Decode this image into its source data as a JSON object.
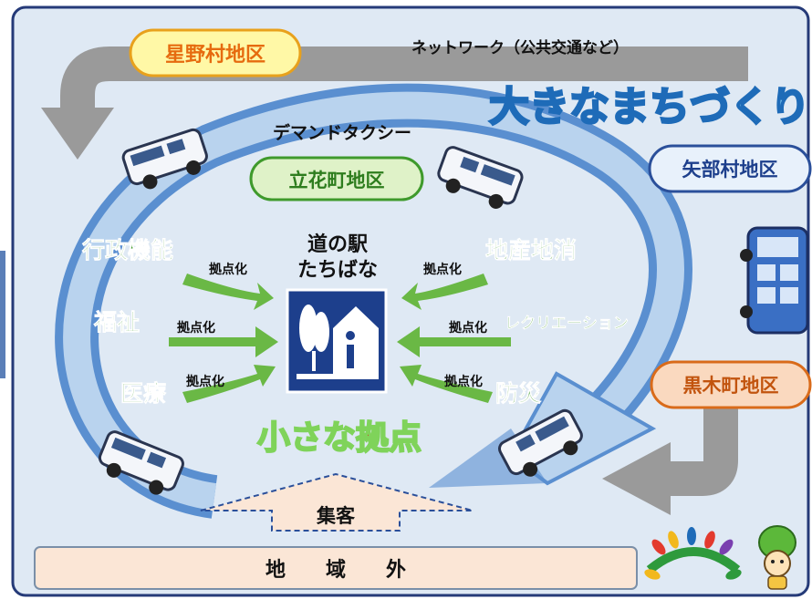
{
  "districts": {
    "hoshino": "星野村地区",
    "tachibana": "立花町地区",
    "yabe": "矢部村地区",
    "kurogi": "黒木町地区"
  },
  "network_label": "ネットワーク（公共交通など）",
  "big_town_label": "大きなまちづくり",
  "demand_taxi_label": "デマンドタクシー",
  "station_name": [
    "道の駅",
    "たちばな"
  ],
  "small_hub_label": "小さな拠点",
  "functions": {
    "administration": "行政機能",
    "welfare": "福祉",
    "medical": "医療",
    "local_production": "地産地消",
    "recreation": "レクリエーション",
    "disaster_prevention": "防災"
  },
  "hub_label": "拠点化",
  "attract_label": "集客",
  "outside_region_label": "地　　域　　外",
  "colors": {
    "panel_bg": "#dfe9f4",
    "panel_border": "#253a78",
    "ring_blue": "#6f9fd6",
    "ring_light": "#b9d3ee",
    "grey_arrow": "#9a9a9a",
    "green_text": "#3f9a2c",
    "district_yellow": "#fff8a6",
    "district_green": "#dff2c8",
    "district_blue": "#e8f1fb",
    "district_orange": "#fad9bf",
    "red_text": "#d8262b",
    "station_sign": "#1d3f8c"
  }
}
